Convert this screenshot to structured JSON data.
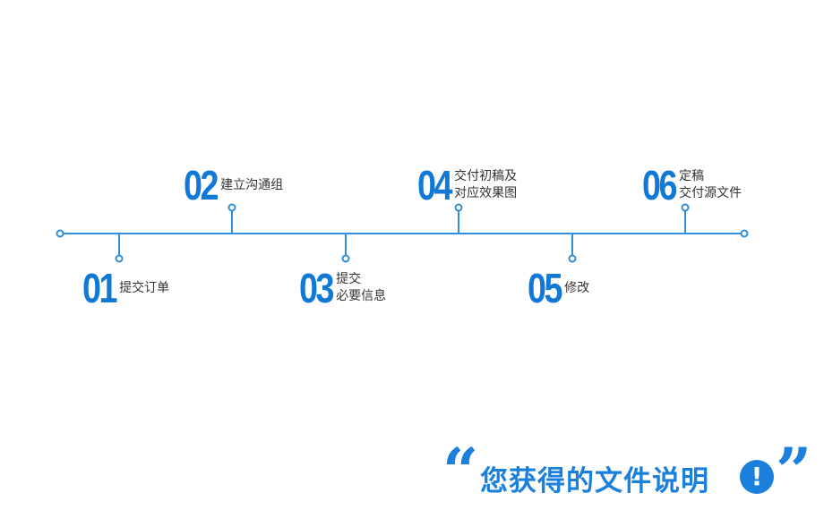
{
  "steps": [
    {
      "number": "01",
      "lines": [
        "提交订单"
      ]
    },
    {
      "number": "02",
      "lines": [
        "建立沟通组"
      ]
    },
    {
      "number": "03",
      "lines": [
        "提交",
        "必要信息"
      ]
    },
    {
      "number": "04",
      "lines": [
        "交付初稿及",
        "对应效果图"
      ]
    },
    {
      "number": "05",
      "lines": [
        "修改"
      ]
    },
    {
      "number": "06",
      "lines": [
        "定稿",
        "交付源文件"
      ]
    }
  ],
  "footer": {
    "open_quote": "“",
    "title": "您获得的文件说明",
    "alert_glyph": "!",
    "close_quote": "”"
  },
  "colors": {
    "accent": "#1a80dc",
    "line": "#2f8fd8",
    "text": "#333333"
  }
}
